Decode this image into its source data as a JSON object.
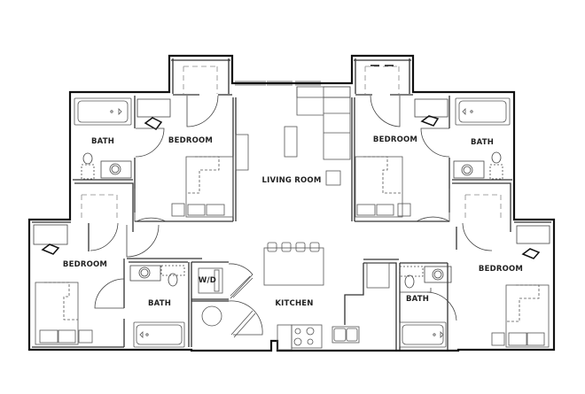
{
  "floorplan": {
    "rooms": {
      "bath_tl": {
        "label": "BATH"
      },
      "bedroom_tl": {
        "label": "BEDROOM"
      },
      "living": {
        "label": "LIVING ROOM"
      },
      "bedroom_tr": {
        "label": "BEDROOM"
      },
      "bath_tr": {
        "label": "BATH"
      },
      "bedroom_bl": {
        "label": "BEDROOM"
      },
      "bath_bl": {
        "label": "BATH"
      },
      "laundry": {
        "label": "W/D"
      },
      "kitchen": {
        "label": "KITCHEN"
      },
      "bath_br": {
        "label": "BATH"
      },
      "bedroom_br": {
        "label": "BEDROOM"
      }
    },
    "colors": {
      "wall": "#1a1a1a",
      "fixture": "#555555",
      "background": "#ffffff"
    }
  }
}
